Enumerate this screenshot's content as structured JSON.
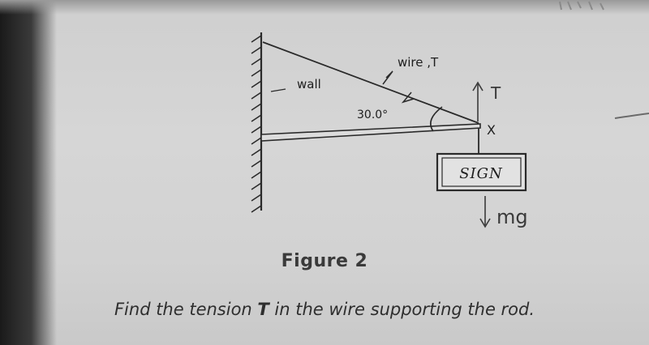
{
  "figure": {
    "labels": {
      "wire": "wire ,T",
      "wall": "wall",
      "angle": "30.0°",
      "tension": "T",
      "point": "X",
      "sign": "SIGN",
      "weight": "mg"
    },
    "caption": "Figure 2"
  },
  "question": {
    "before": "Find the tension ",
    "variable": "T",
    "after": " in the wire supporting the rod."
  }
}
